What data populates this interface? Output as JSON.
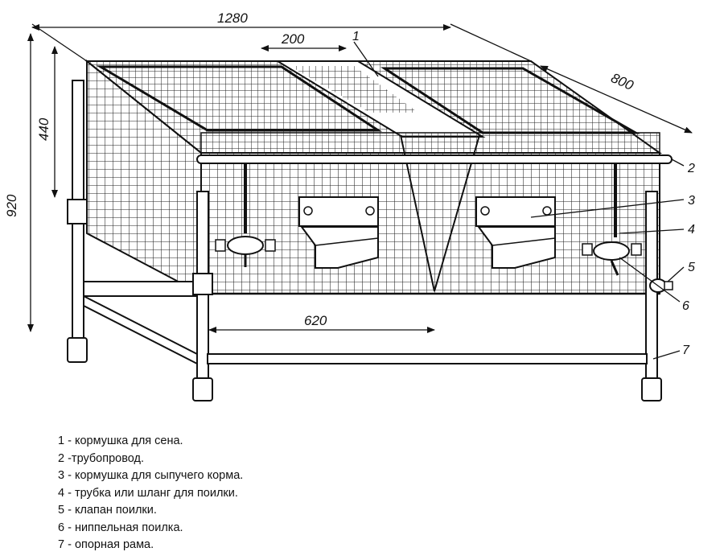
{
  "dimensions": {
    "width": "1280",
    "hay_feeder_width": "200",
    "depth": "800",
    "total_height": "920",
    "cage_height": "440",
    "leg_span": "620"
  },
  "callouts": {
    "c1": "1",
    "c2": "2",
    "c3": "3",
    "c4": "4",
    "c5": "5",
    "c6": "6",
    "c7": "7"
  },
  "legend": {
    "items": [
      "1 - кормушка для сена.",
      "2 -трубопровод.",
      "3 - кормушка для сыпучего корма.",
      "4 - трубка или шланг для поилки.",
      "5 - клапан поилки.",
      "6 - ниппельная поилка.",
      "7 - опорная рама."
    ]
  }
}
